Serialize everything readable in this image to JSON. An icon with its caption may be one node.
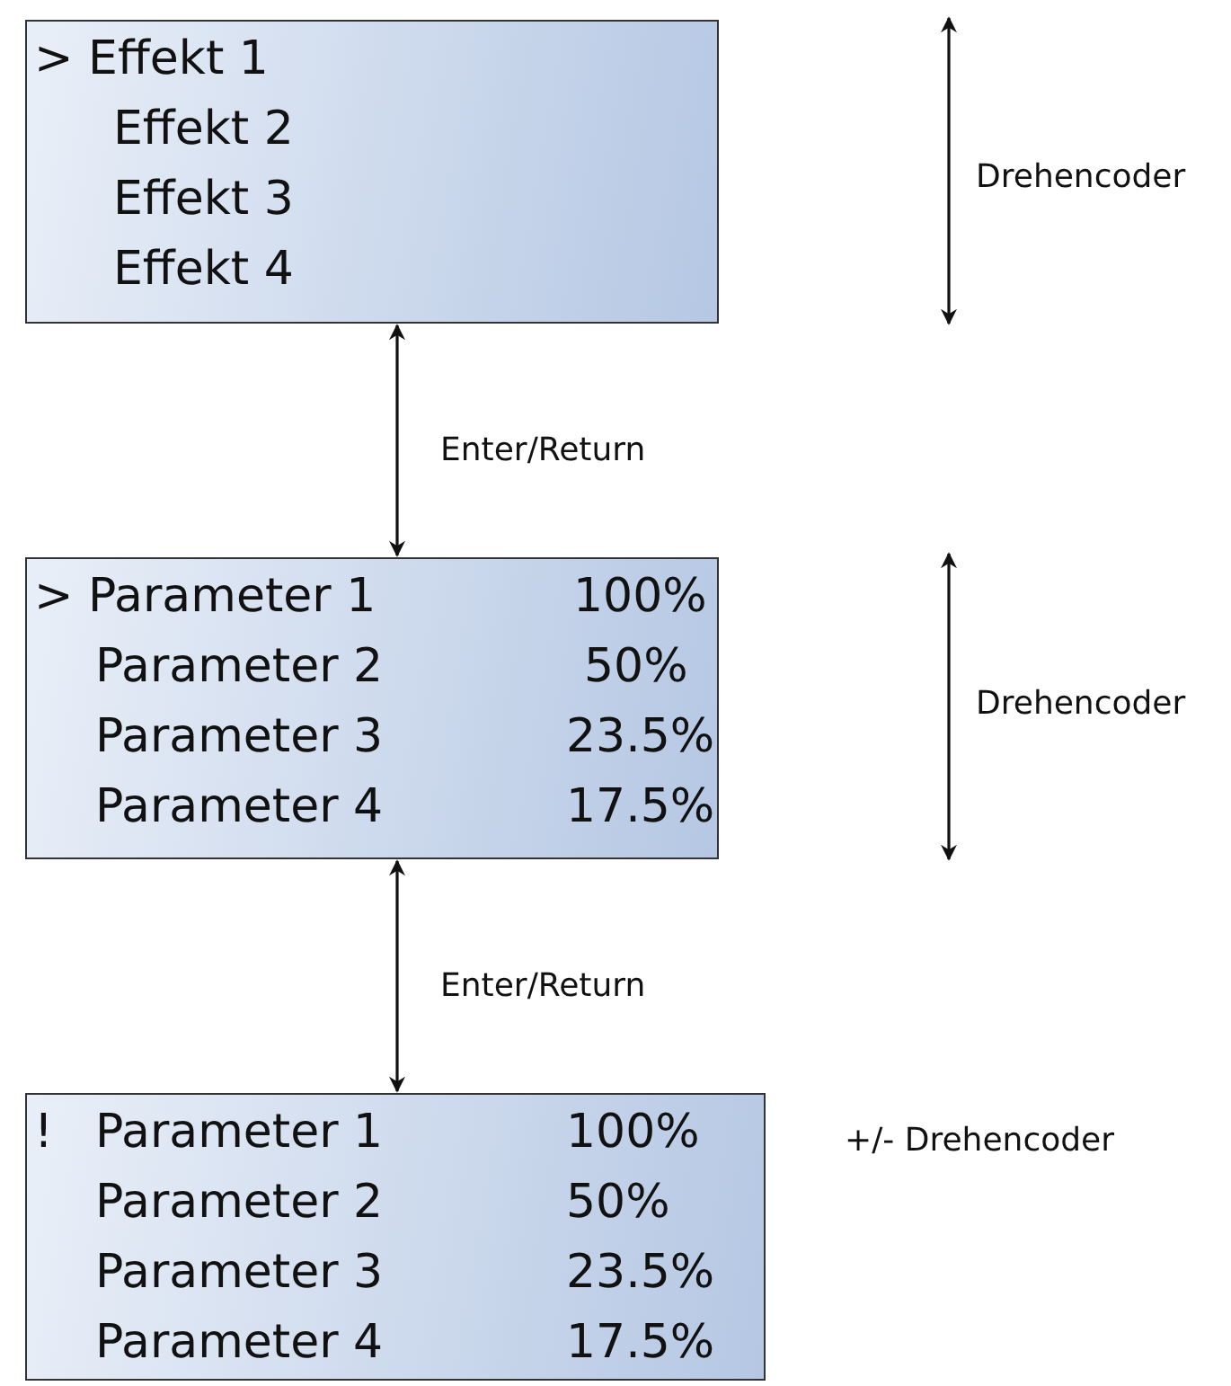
{
  "diagram": {
    "nodes": [
      {
        "text": [
          "> Effekt 1",
          "Effekt 2",
          "Effekt 3",
          "Effekt 4"
        ]
      },
      {
        "text": [
          "> Parameter 1",
          "100%",
          "Parameter 2",
          "50%",
          "Parameter 3",
          "23.5%",
          "Parameter 4",
          "17.5%"
        ]
      },
      {
        "text": [
          "!",
          "Parameter 1",
          "100%",
          "Parameter 2",
          "50%",
          "Parameter 3",
          "23.5%",
          "Parameter 4",
          "17.5%"
        ]
      }
    ],
    "edges": [
      {
        "from": 0,
        "to": 1,
        "arrow": "both",
        "label": "Enter/Return"
      },
      {
        "from": 1,
        "to": 2,
        "arrow": "both",
        "label": "Enter/Return"
      }
    ],
    "labels": [
      "Drehencoder",
      "Drehencoder",
      "+/- Drehencoder"
    ]
  }
}
